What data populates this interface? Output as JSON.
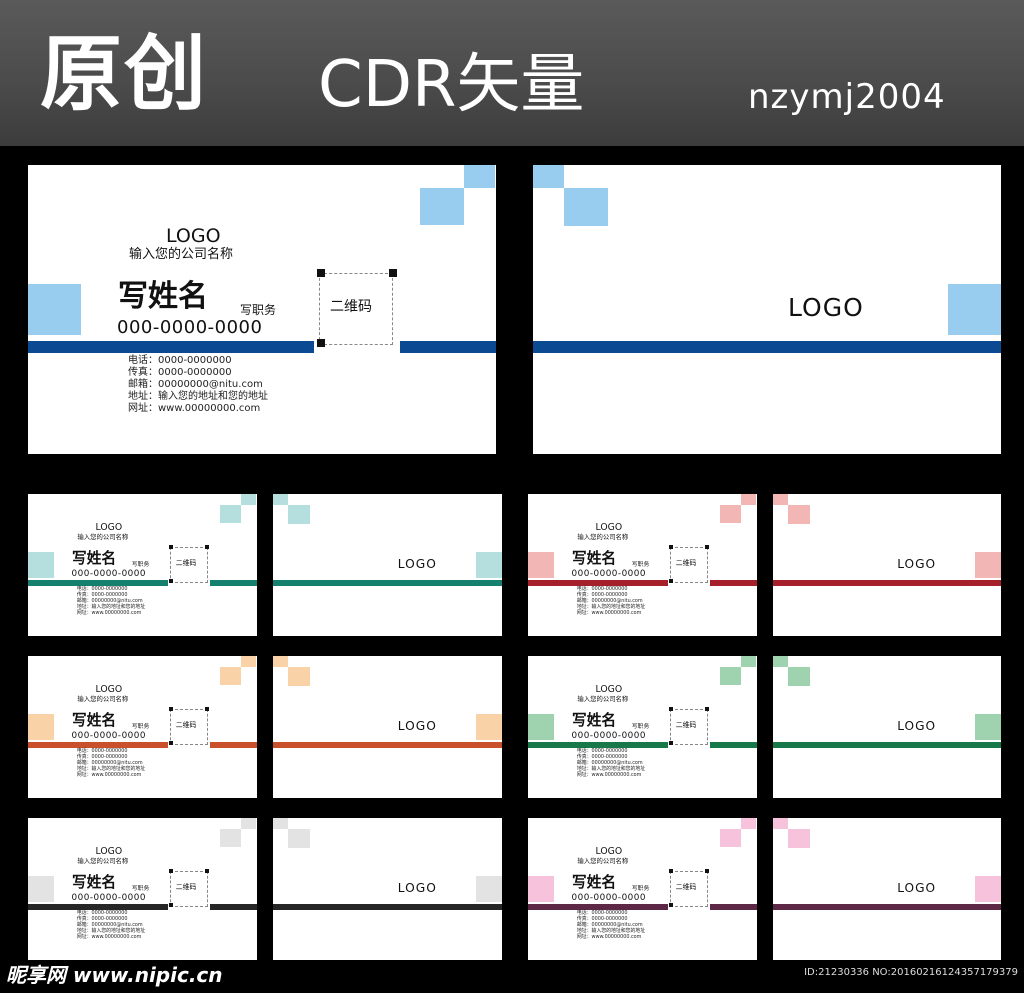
{
  "banner": {
    "title_original": "原创",
    "title_format": "CDR矢量",
    "author": "nzymj2004"
  },
  "card_text": {
    "logo": "LOGO",
    "company": "输入您的公司名称",
    "name": "写姓名",
    "job_title": "写职务",
    "phone_big": "000-0000-0000",
    "qr_label": "二维码",
    "info_lines": [
      "电话：0000-0000000",
      "传真：0000-0000000",
      "邮箱：00000000@nitu.com",
      "地址：输入您的地址和您的地址",
      "网址：www.00000000.com"
    ]
  },
  "palettes": [
    {
      "name": "blue",
      "bar": "#0b4a92",
      "light": "#98cdf0"
    },
    {
      "name": "teal",
      "bar": "#16806e",
      "light": "#b5dfdf"
    },
    {
      "name": "red",
      "bar": "#a5202b",
      "light": "#f2b7b5"
    },
    {
      "name": "orange",
      "bar": "#c9502a",
      "light": "#f9d2a8"
    },
    {
      "name": "green",
      "bar": "#17784a",
      "light": "#9fd2ae"
    },
    {
      "name": "dark",
      "bar": "#262626",
      "light": "#e3e3e3"
    },
    {
      "name": "purple",
      "bar": "#5c2845",
      "light": "#f6c2dc"
    }
  ],
  "footer": {
    "watermark": "昵享网 www.nipic.cn",
    "id_text": "ID:21230336 NO:20160216124357179379"
  }
}
